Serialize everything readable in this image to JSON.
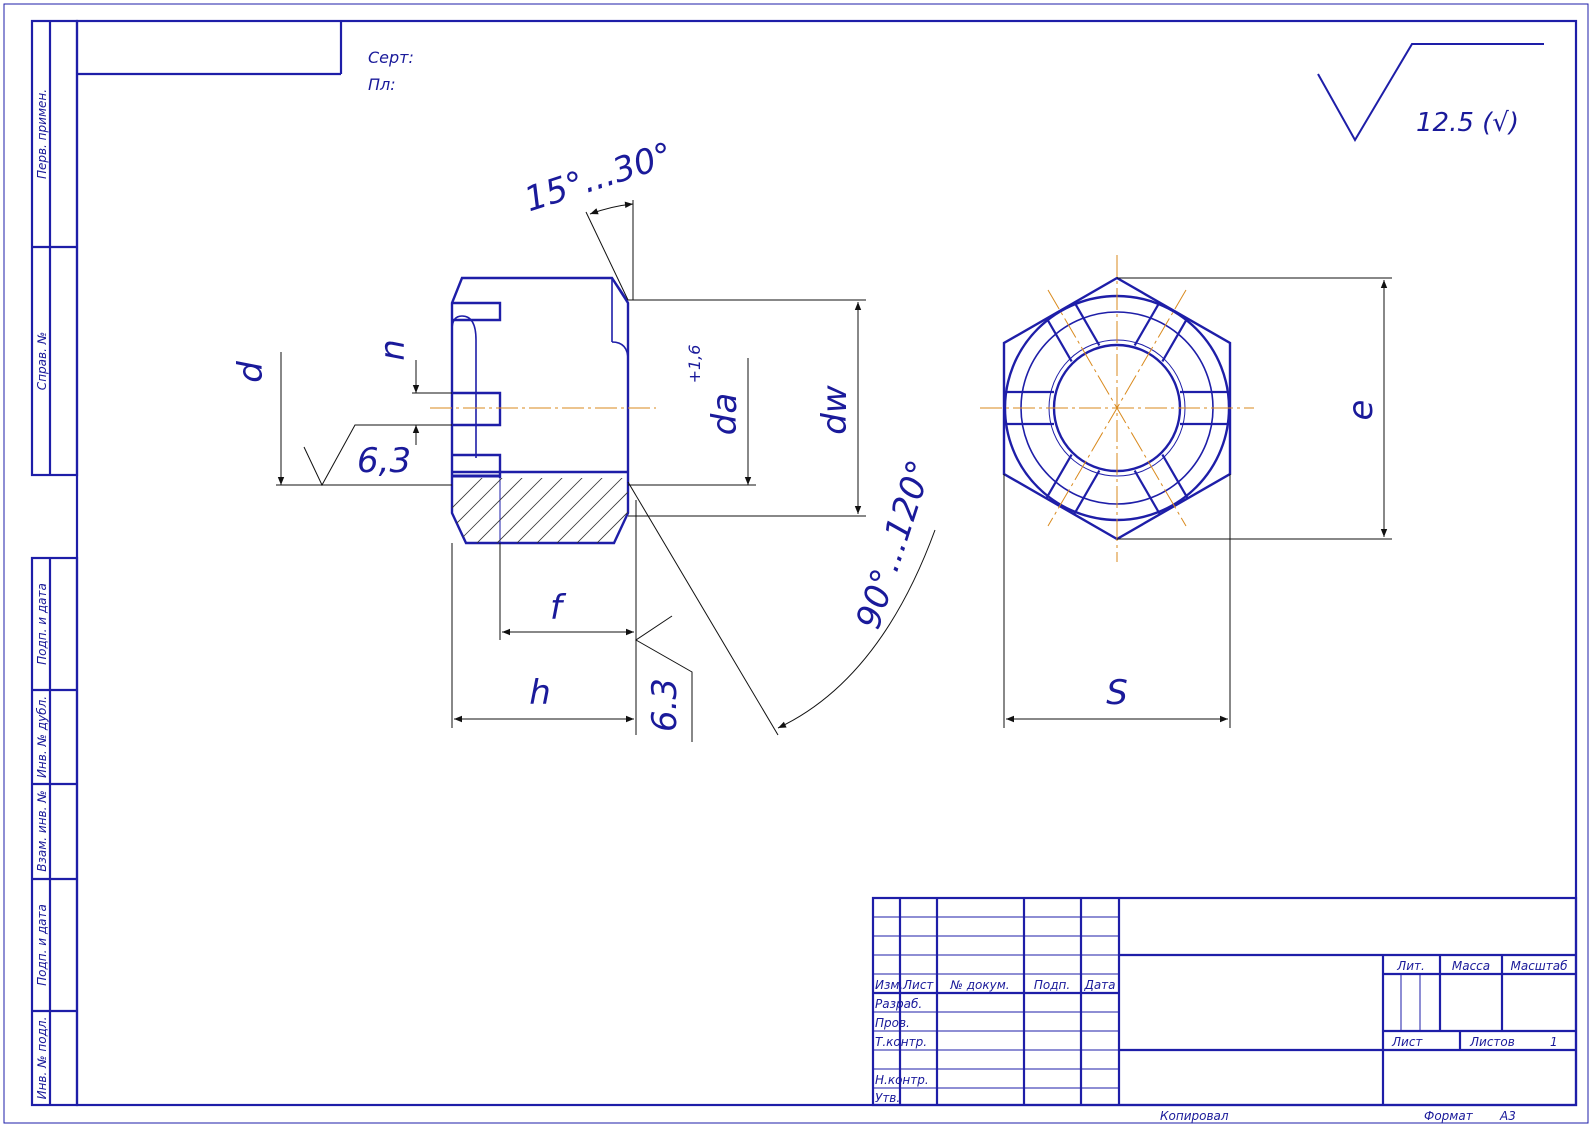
{
  "header": {
    "sert": "Серт:",
    "pl": "Пл:"
  },
  "roughness": {
    "general": "12.5 (√)",
    "left_surface": "6,3",
    "right_face": "6.3"
  },
  "dimensions": {
    "chamfer_angle": "15°...30°",
    "cone_angle": "90°...120°",
    "d": "d",
    "n": "n",
    "da": "da",
    "da_tol": "+1,6",
    "dw": "dw",
    "f": "f",
    "h": "h",
    "e": "e",
    "s": "S"
  },
  "side_columns": [
    "Перв. примен.",
    "Справ. №",
    "Подп. и дата",
    "Инв. № дубл.",
    "Взам. инв. №",
    "Подп. и дата",
    "Инв. № подл."
  ],
  "title_block": {
    "headers": [
      "Изм.",
      "Лист",
      "№ докум.",
      "Подп.",
      "Дата"
    ],
    "rows": [
      "Разраб.",
      "Пров.",
      "Т.контр.",
      "",
      "Н.контр.",
      "Утв."
    ],
    "lit": "Лит.",
    "mass": "Масса",
    "scale": "Масштаб",
    "sheet": "Лист",
    "sheets": "Листов",
    "sheets_count": "1"
  },
  "footer": {
    "copied": "Копировал",
    "format_label": "Формат",
    "format_value": "А3"
  }
}
